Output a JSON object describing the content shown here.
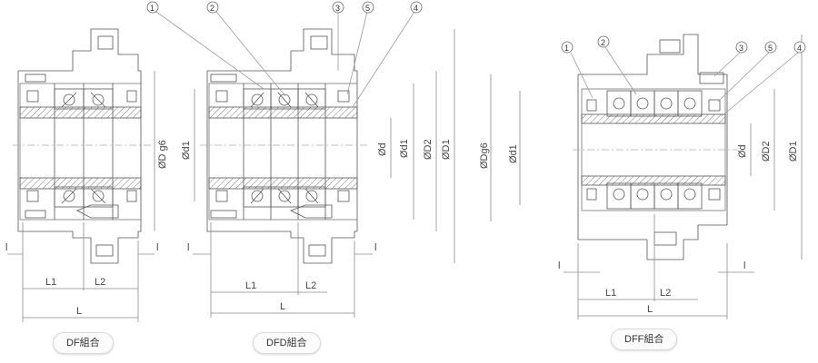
{
  "captions": {
    "df": "DF組合",
    "dfd": "DFD組合",
    "dff": "DFF組合"
  },
  "callouts": {
    "c1": "1",
    "c2": "2",
    "c3": "3",
    "c4": "4",
    "c5": "5"
  },
  "dims": {
    "D": "ØD g6",
    "d1": "Ød1",
    "d": "Ød",
    "D2": "ØD2",
    "D1": "ØD1",
    "Dg6": "ØDg6",
    "l": "l",
    "L1": "L1",
    "L2": "L2",
    "L": "L"
  },
  "colors": {
    "line": "#555555",
    "light": "#8a8a8a",
    "hatch": "#777777",
    "leader": "#9a9a9a"
  }
}
